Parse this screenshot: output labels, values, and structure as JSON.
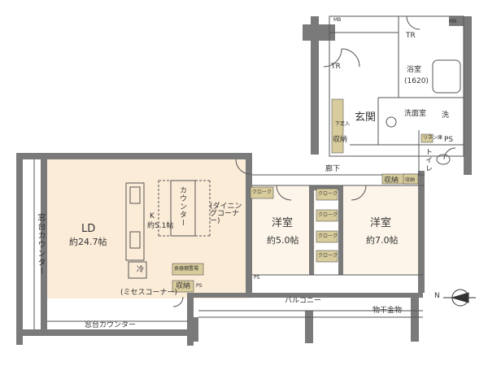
{
  "rooms": {
    "ld": {
      "name": "LD",
      "size": "約24.7帖"
    },
    "kitchen": {
      "name": "K",
      "size": "約5.1帖"
    },
    "western1": {
      "name": "洋室",
      "size": "約5.0帖"
    },
    "western2": {
      "name": "洋室",
      "size": "約7.0帖"
    },
    "bath": {
      "name": "浴室",
      "size": "(1620)"
    },
    "washroom": {
      "name": "洗面室"
    },
    "toilet": {
      "name": "トイレ"
    },
    "entrance": {
      "name": "玄関"
    },
    "hallway": {
      "name": "廊下"
    },
    "balcony": {
      "name": "バルコニー"
    }
  },
  "labels": {
    "counter": "カウンター",
    "dining_corner": "(ダイニングコーナー)",
    "misses_corner": "(ミセスコーナー)",
    "window_counter_bottom": "窓台カウンター",
    "window_counter_left": "窓台カウンター",
    "fridge": "冷",
    "storage": "収納",
    "dish_storage": "食器棚置場",
    "ps": "PS",
    "mb": "MB",
    "tr": "TR",
    "wash": "洗",
    "closet": "クローク",
    "linen": "リネン庫",
    "drying_hardware": "物干金物",
    "shoe_storage": "下足入",
    "north": "N"
  },
  "colors": {
    "wall": "#7a7a7a",
    "ld_floor": "#fbecd8",
    "room_floor": "#fdf5ea",
    "storage_fill": "#d8cc9c",
    "line": "#555555"
  }
}
